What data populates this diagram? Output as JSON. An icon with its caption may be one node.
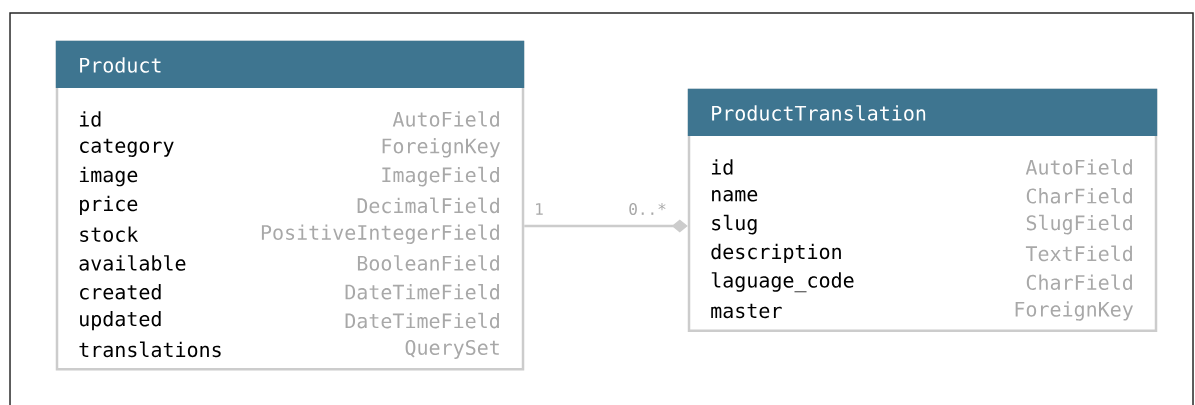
{
  "diagram": {
    "nodes": [
      {
        "text": [
          "Product",
          "id",
          "AutoField",
          "category",
          "ForeignKey",
          "image",
          "ImageField",
          "price",
          "DecimalField",
          "stock",
          "PositiveIntegerField",
          "available",
          "BooleanField",
          "created",
          "DateTimeField",
          "updated",
          "DateTimeField",
          "translations",
          "QuerySet"
        ]
      },
      {
        "text": [
          "ProductTranslation",
          "id",
          "AutoField",
          "name",
          "CharField",
          "slug",
          "SlugField",
          "description",
          "TextField",
          "laguage_code",
          "CharField",
          "master",
          "ForeignKey"
        ]
      }
    ],
    "edges": [
      {
        "from": 0,
        "to": 1,
        "arrow": "other"
      }
    ],
    "labels": [
      "1",
      "0..*"
    ]
  }
}
